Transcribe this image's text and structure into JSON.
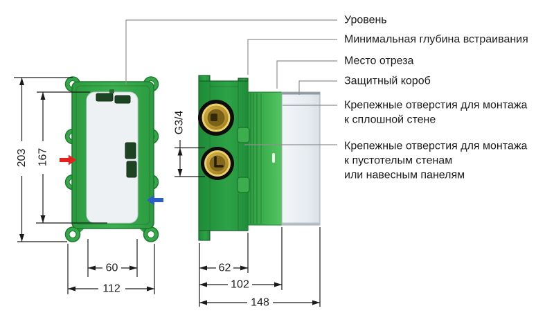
{
  "diagram": {
    "description": "installation diagram of concealed shower mixer rough-in box, front and side views",
    "callouts": {
      "level": "Уровень",
      "min_depth": "Минимальная глубина встраивания",
      "cut_line": "Место отреза",
      "protective_box": "Защитный короб",
      "solid_wall": {
        "line1": "Крепежные отверстия для монтажа",
        "line2": "к сплошной стене"
      },
      "hollow_wall": {
        "line1": "Крепежные отверстия для монтажа",
        "line2": "к пустотелым стенам",
        "line3": "или навесным панелям"
      }
    },
    "dimensions": {
      "front_view": {
        "overall_height": "203",
        "plate_height": "167",
        "plate_width": "60",
        "overall_width": "112"
      },
      "side_view": {
        "thread_size": "G3/4",
        "body_depth": "62",
        "mid_depth": "102",
        "overall_depth": "148"
      }
    },
    "colors": {
      "green_frame": "#33a447",
      "green_body_dark": "#23913c",
      "green_mid": "#3fb350",
      "plate_white": "#eef1f4",
      "box_gray": "#e8edf1",
      "brass": "#c9a227",
      "arrow_hot_red": "#e8201d",
      "arrow_cold_blue": "#2b5fc7",
      "leader_gray": "#909090",
      "dimension_black": "#1a1a1a"
    }
  }
}
